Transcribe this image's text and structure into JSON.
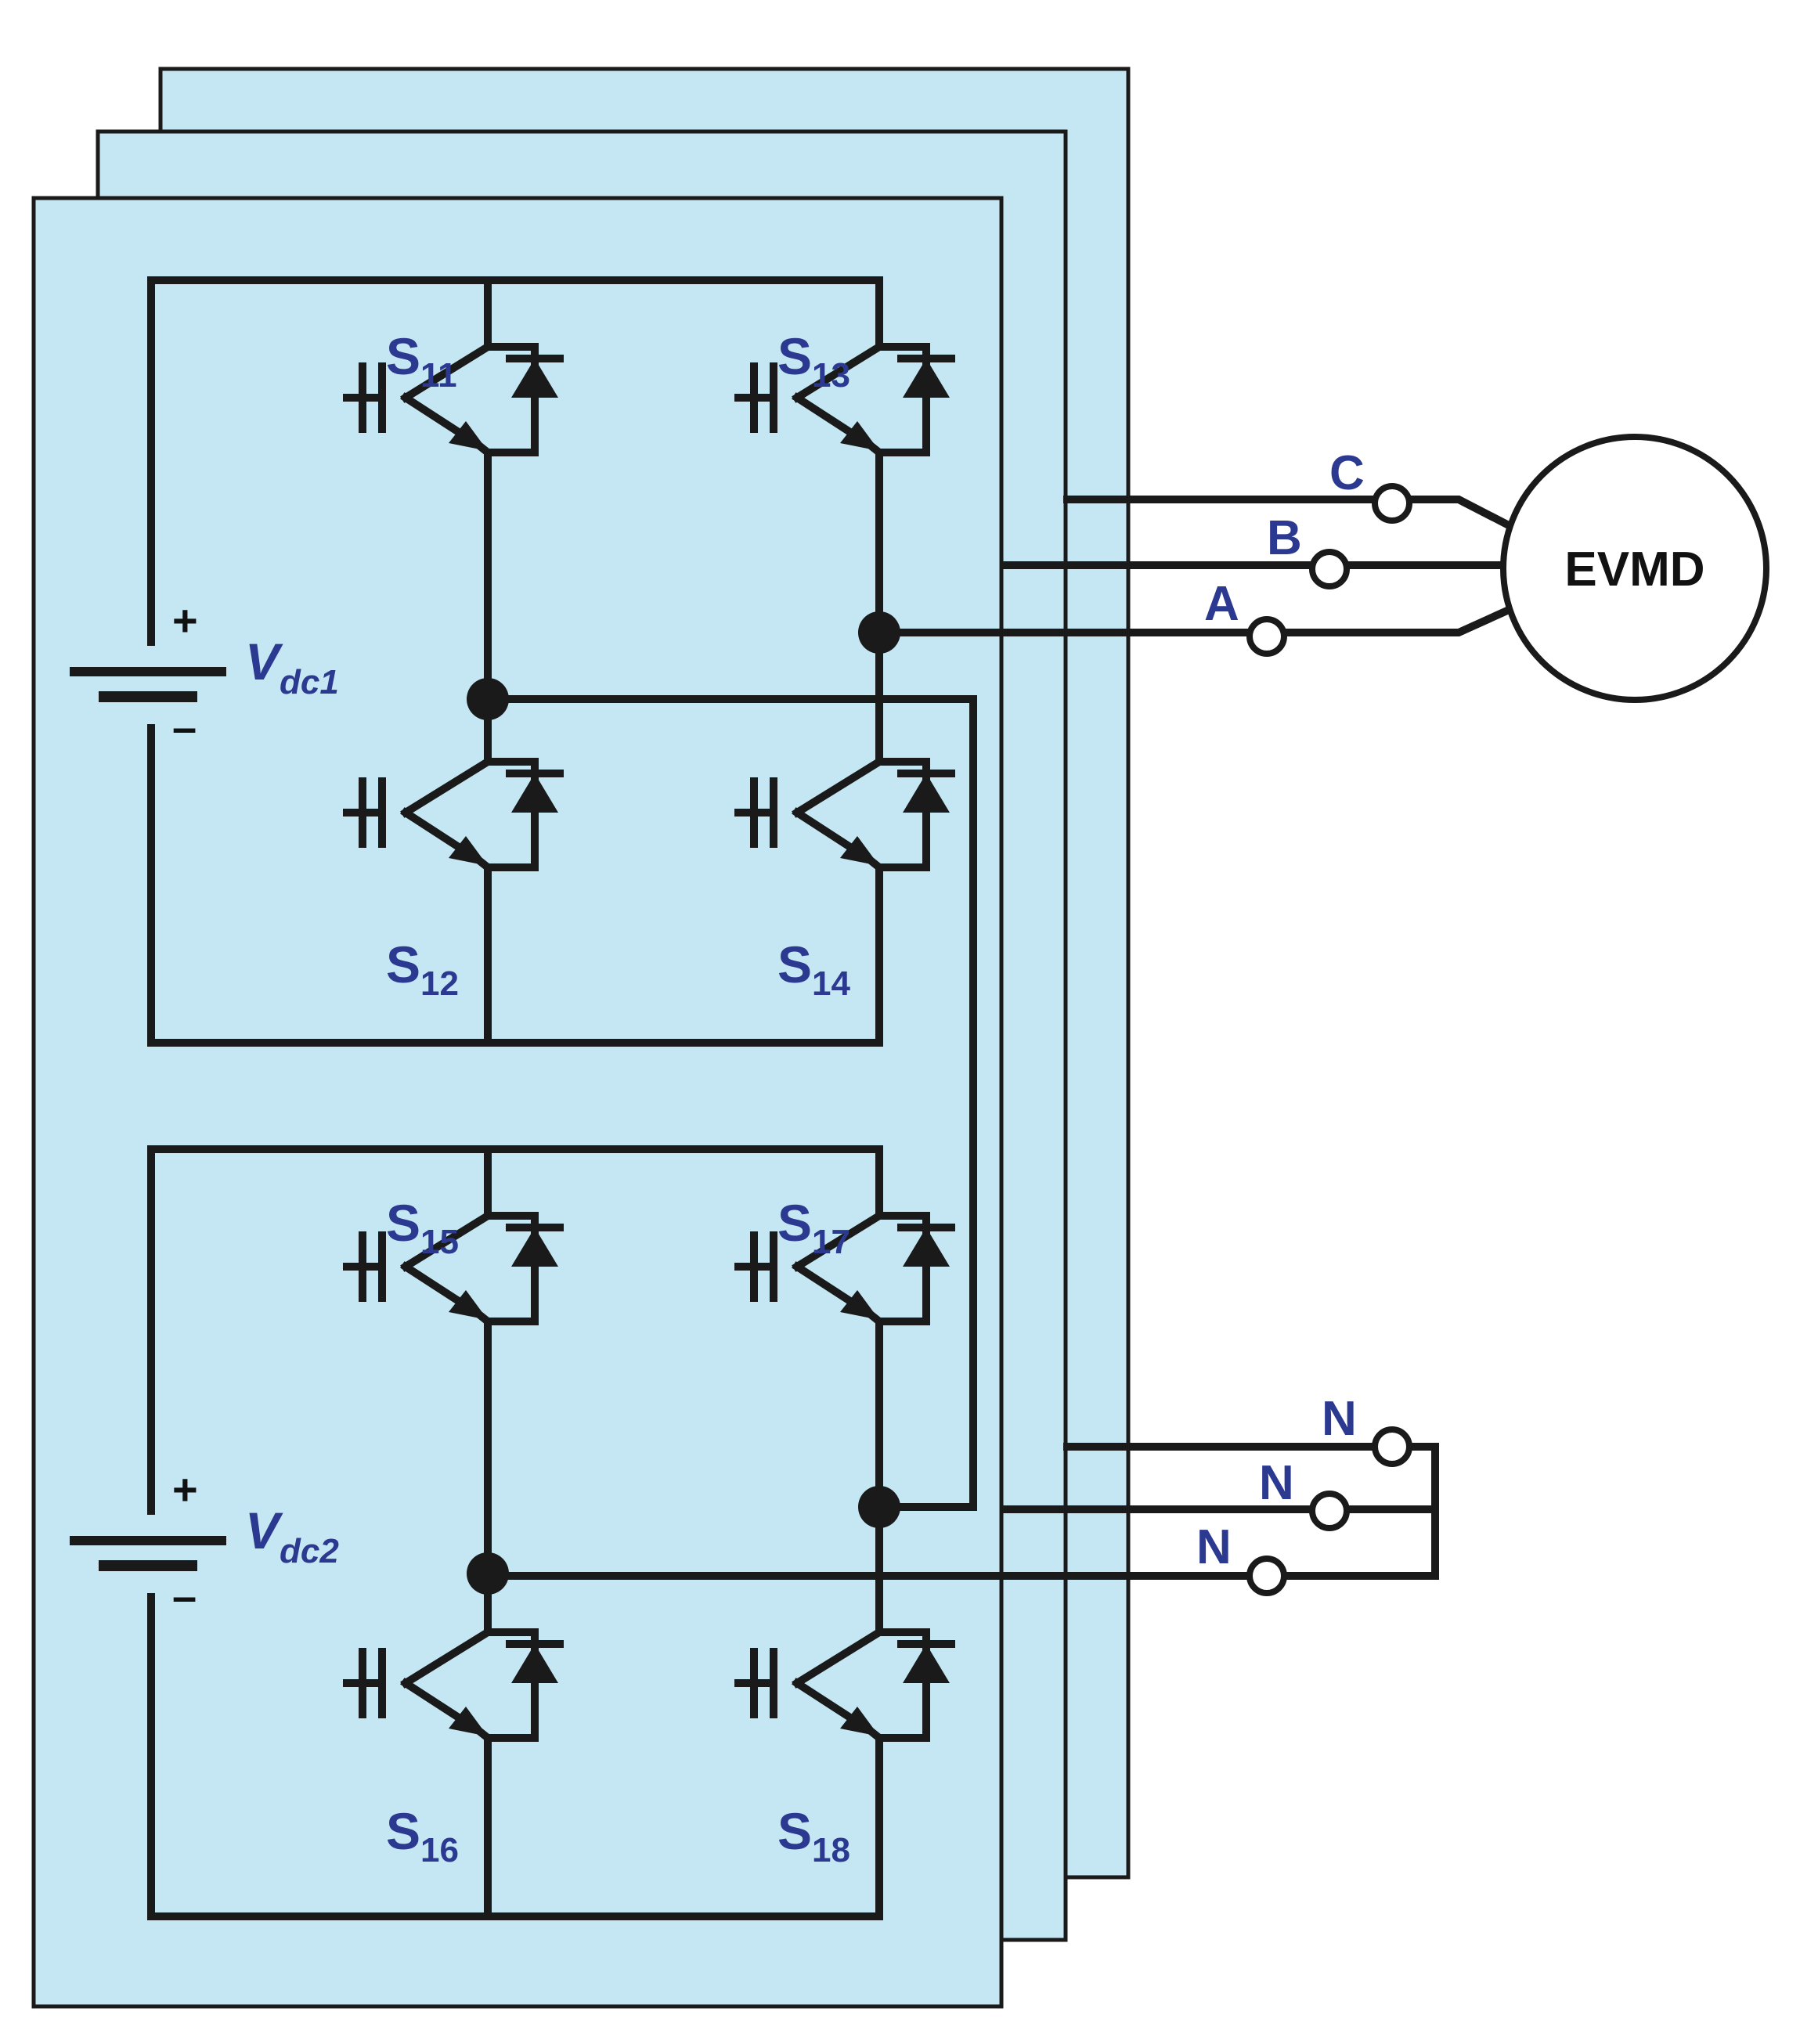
{
  "colors": {
    "panel_fill": "#c5e6f3",
    "wire": "#1a1a1a",
    "label": "#2b3990",
    "motor_text": "#111111"
  },
  "motor": {
    "label": "EVMD"
  },
  "phases": {
    "c": "C",
    "b": "B",
    "a": "A"
  },
  "neutrals": {
    "n1": "N",
    "n2": "N",
    "n3": "N"
  },
  "sources": {
    "vdc1": {
      "base": "V",
      "sub": "dc1",
      "plus": "+",
      "minus": "–"
    },
    "vdc2": {
      "base": "V",
      "sub": "dc2",
      "plus": "+",
      "minus": "–"
    }
  },
  "switches": {
    "s11": {
      "base": "S",
      "sub": "11"
    },
    "s12": {
      "base": "S",
      "sub": "12"
    },
    "s13": {
      "base": "S",
      "sub": "13"
    },
    "s14": {
      "base": "S",
      "sub": "14"
    },
    "s15": {
      "base": "S",
      "sub": "15"
    },
    "s16": {
      "base": "S",
      "sub": "16"
    },
    "s17": {
      "base": "S",
      "sub": "17"
    },
    "s18": {
      "base": "S",
      "sub": "18"
    }
  }
}
